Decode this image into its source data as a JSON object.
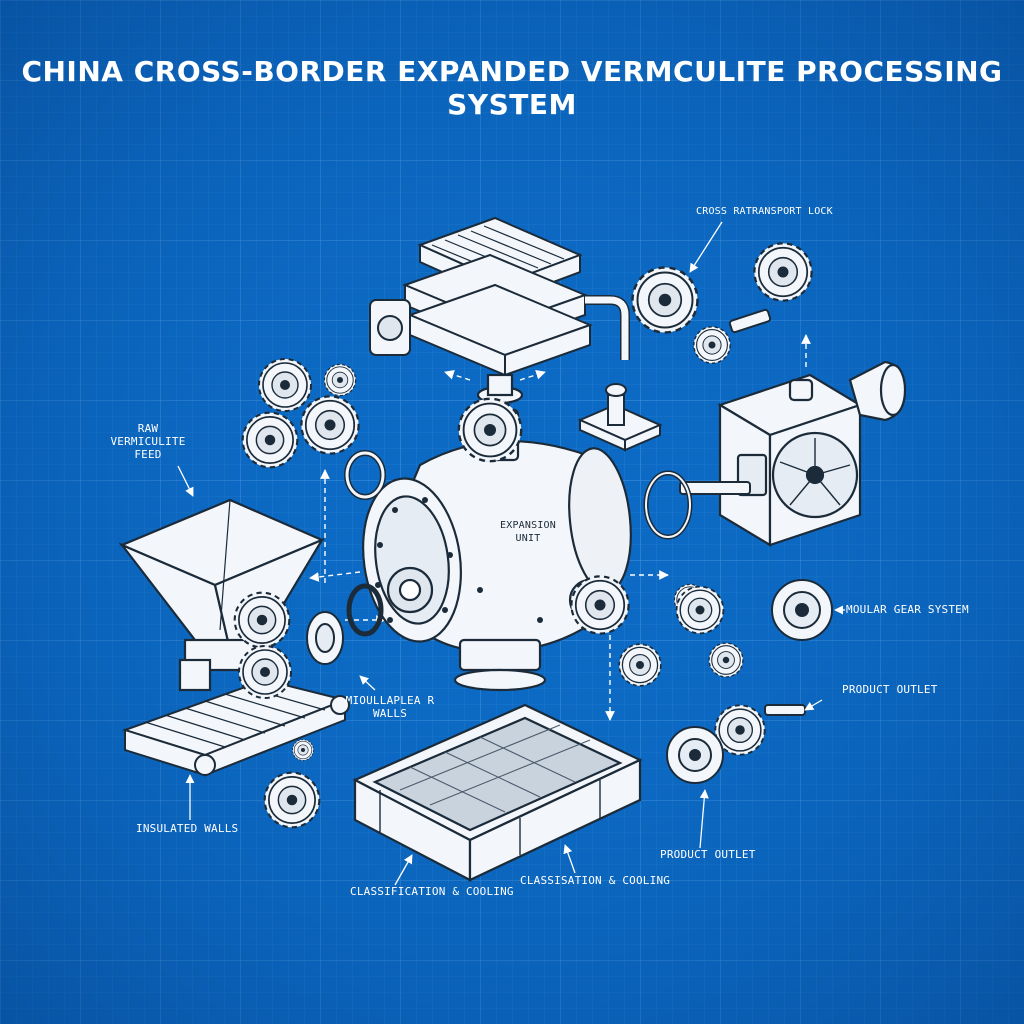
{
  "title": "CHINA CROSS-BORDER EXPANDED VERMCULITE PROCESSING SYSTEM",
  "labels": {
    "raw_feed_1": "RAW",
    "raw_feed_2": "VERMICULITE",
    "raw_feed_3": "FEED",
    "transport_lock": "CROSS RATRANSPORT LOCK",
    "expansion_1": "EXPANSION",
    "expansion_2": "UNIT",
    "modular_gear": "MOULAR GEAR SYSTEM",
    "product_outlet_top": "PRODUCT OUTLET",
    "product_outlet_bottom": "PRODUCT OUTLET",
    "modular_walls_1": "MIOULLAPLEA R",
    "modular_walls_2": "WALLS",
    "insulated_walls": "INSULATED WALLS",
    "classification_left": "CLASSIFICATION & COOLING",
    "classification_right": "CLASSISATION & COOLING"
  },
  "colors": {
    "background": "#0b6ac4",
    "grid": "#3d8fdc",
    "line": "#ffffff",
    "fill": "#f3f6fa"
  },
  "icons": [
    "hopper-icon",
    "gear-icon",
    "conveyor-icon",
    "heat-exchanger-icon",
    "drum-icon",
    "fan-housing-icon",
    "sieve-tray-icon",
    "pulley-icon"
  ]
}
